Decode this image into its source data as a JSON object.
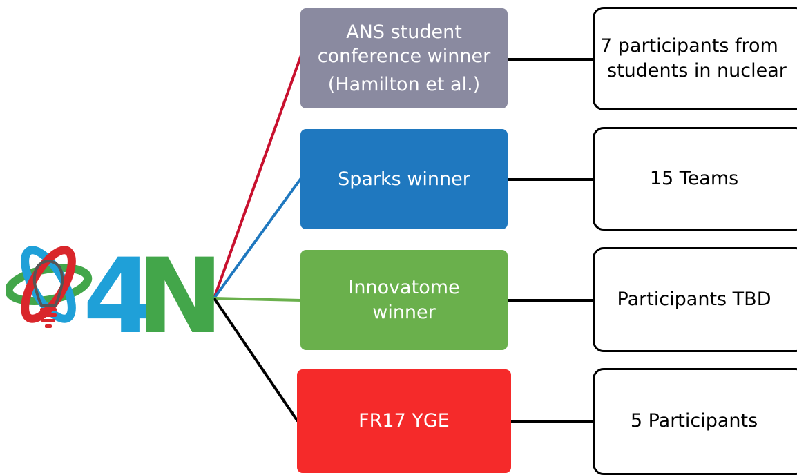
{
  "logo": {
    "text_digit": "4",
    "text_letter": "N",
    "colors": {
      "red": "#d9262b",
      "blue": "#1fa0d8",
      "green": "#43a64a"
    }
  },
  "events": [
    {
      "lines": [
        "ANS student",
        "conference winner",
        "(Hamilton et al.)"
      ],
      "color": "#8a8aa0",
      "connector_color": "#c8102e"
    },
    {
      "lines": [
        "Sparks winner"
      ],
      "color": "#1f78bf",
      "connector_color": "#1f78bf"
    },
    {
      "lines": [
        "Innovatome",
        "winner"
      ],
      "color": "#6ab04c",
      "connector_color": "#6ab04c"
    },
    {
      "lines": [
        "FR17 YGE"
      ],
      "color": "#f52a2a",
      "connector_color": "#000000"
    }
  ],
  "results": [
    {
      "lines": [
        "7 participants from",
        "students in nuclear"
      ]
    },
    {
      "lines": [
        "15 Teams"
      ]
    },
    {
      "lines": [
        "Participants TBD"
      ]
    },
    {
      "lines": [
        "5 Participants"
      ]
    }
  ]
}
